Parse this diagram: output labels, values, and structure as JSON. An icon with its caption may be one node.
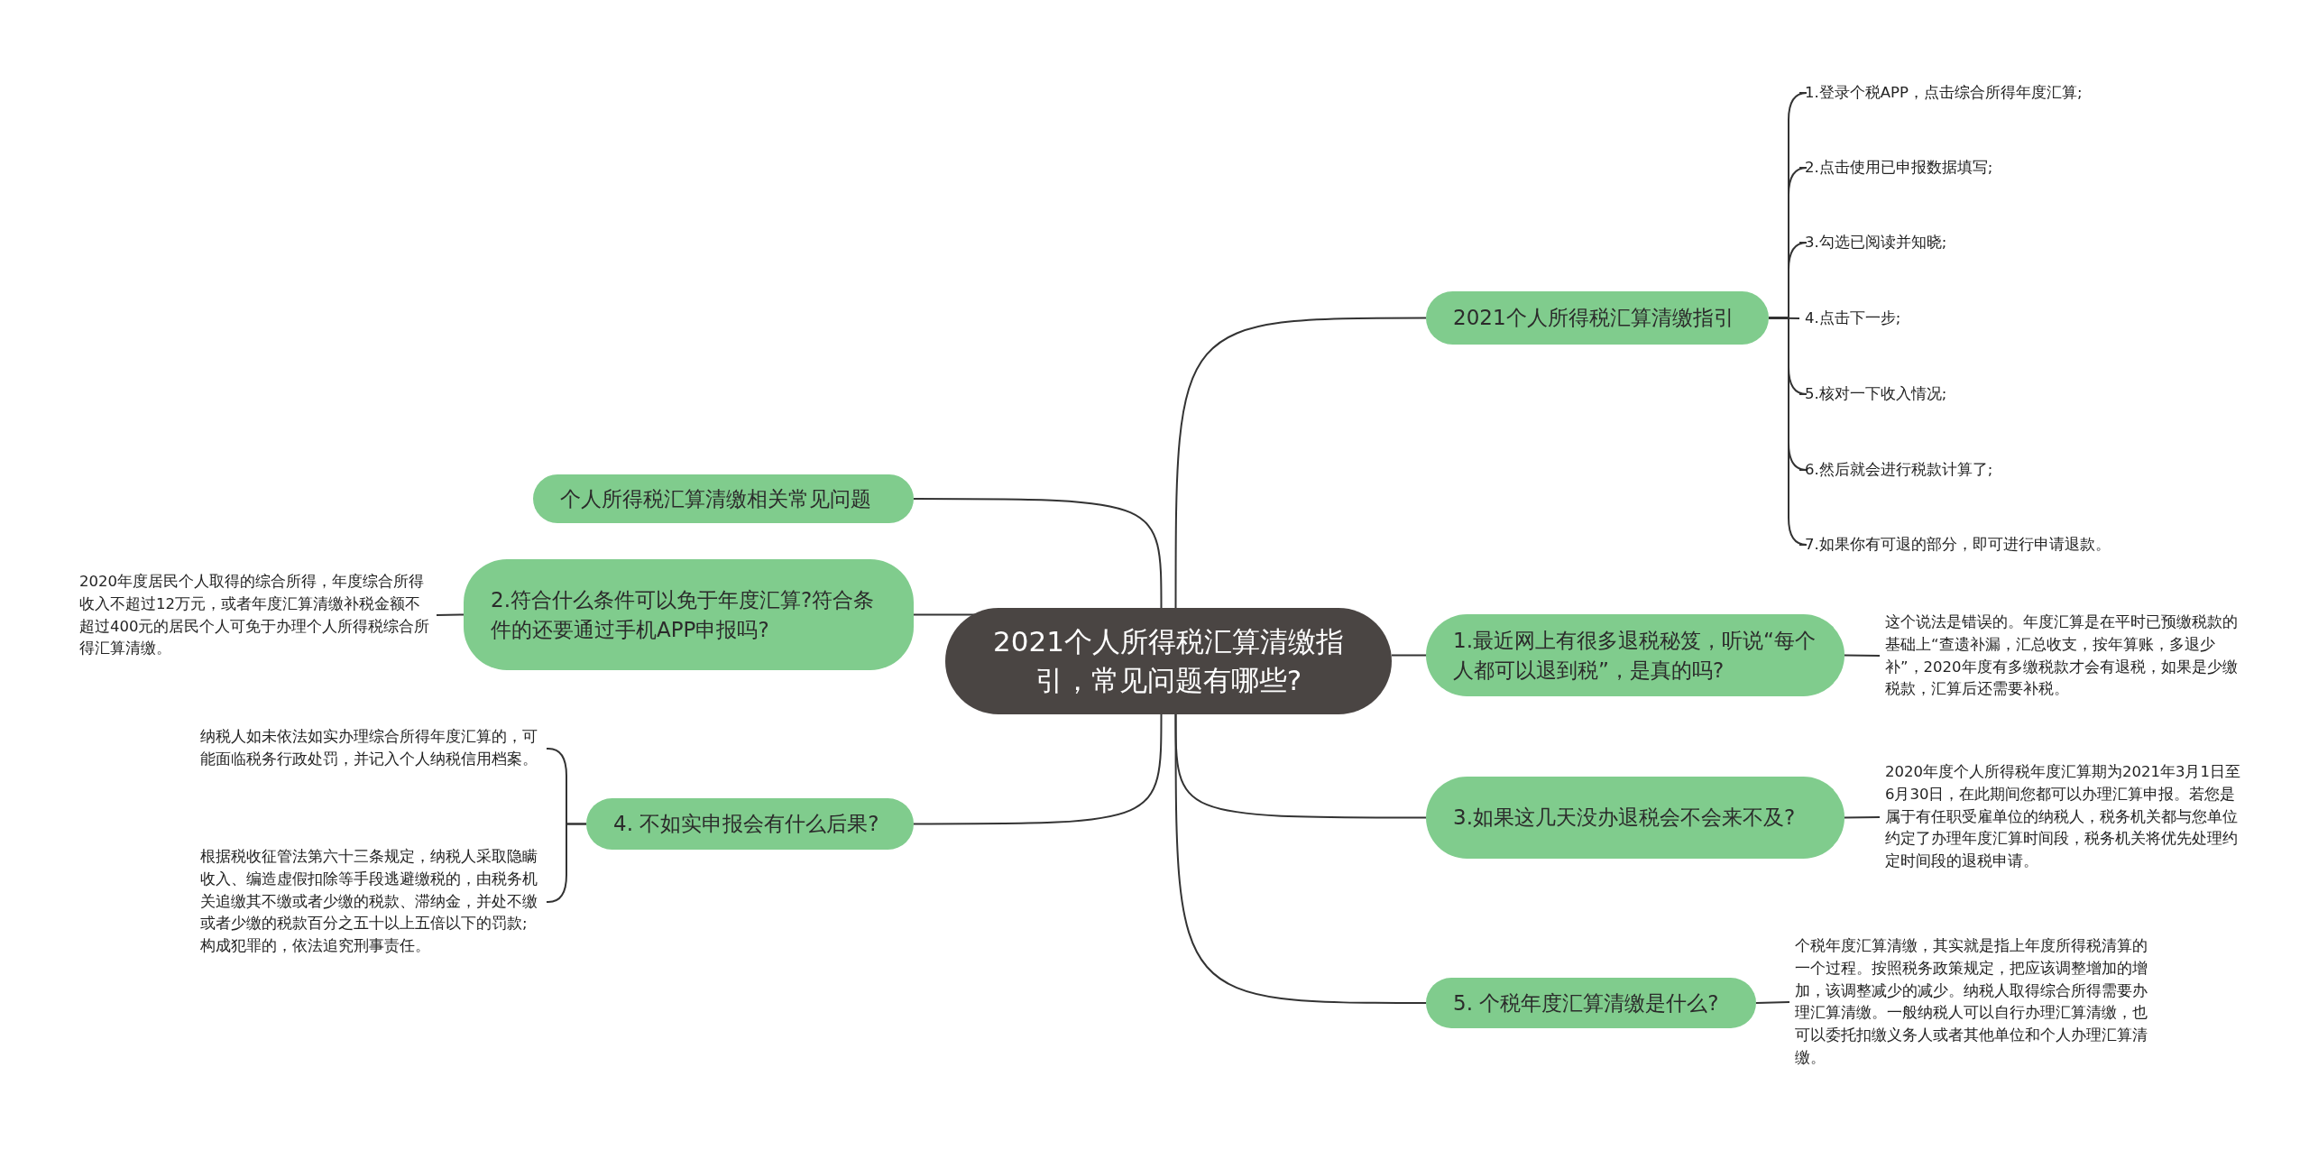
{
  "diagram": {
    "nodes": [
      {
        "text": [
          "2021个人所得税汇算清缴指引，常见问题有哪些?"
        ]
      },
      {
        "text": [
          "2021个人所得税汇算清缴指引"
        ]
      },
      {
        "text": [
          "1.登录个税APP，点击综合所得年度汇算;"
        ]
      },
      {
        "text": [
          "2.点击使用已申报数据填写;"
        ]
      },
      {
        "text": [
          "3.勾选已阅读并知晓;"
        ]
      },
      {
        "text": [
          "4.点击下一步;"
        ]
      },
      {
        "text": [
          "5.核对一下收入情况;"
        ]
      },
      {
        "text": [
          "6.然后就会进行税款计算了;"
        ]
      },
      {
        "text": [
          "7.如果你有可退的部分，即可进行申请退款。"
        ]
      },
      {
        "text": [
          "个人所得税汇算清缴相关常见问题"
        ]
      },
      {
        "text": [
          "2.符合什么条件可以免于年度汇算?符合条件的还要通过手机APP申报吗?"
        ]
      },
      {
        "text": [
          "2020年度居民个人取得的综合所得，年度综合所得收入不超过12万元，或者年度汇算清缴补税金额不超过400元的居民个人可免于办理个人所得税综合所得汇算清缴。"
        ]
      },
      {
        "text": [
          "1.最近网上有很多退税秘笈，听说“每个人都可以退到税”，是真的吗?"
        ]
      },
      {
        "text": [
          "这个说法是错误的。年度汇算是在平时已预缴税款的基础上“查遗补漏，汇总收支，按年算账，多退少补”，2020年度有多缴税款才会有退税，如果是少缴税款，汇算后还需要补税。"
        ]
      },
      {
        "text": [
          "3.如果这几天没办退税会不会来不及?"
        ]
      },
      {
        "text": [
          "2020年度个人所得税年度汇算期为2021年3月1日至6月30日，在此期间您都可以办理汇算申报。若您是属于有任职受雇单位的纳税人，税务机关都与您单位约定了办理年度汇算时间段，税务机关将优先处理约定时间段的退税申请。"
        ]
      },
      {
        "text": [
          "4. 不如实申报会有什么后果?"
        ]
      },
      {
        "text": [
          "纳税人如未依法如实办理综合所得年度汇算的，可能面临税务行政处罚，并记入个人纳税信用档案。"
        ]
      },
      {
        "text": [
          "根据税收征管法第六十三条规定，纳税人采取隐瞒收入、编造虚假扣除等手段逃避缴税的，由税务机关追缴其不缴或者少缴的税款、滞纳金，并处不缴或者少缴的税款百分之五十以上五倍以下的罚款;构成犯罪的，依法追究刑事责任。"
        ]
      },
      {
        "text": [
          "5. 个税年度汇算清缴是什么?"
        ]
      },
      {
        "text": [
          "个税年度汇算清缴，其实就是指上年度所得税清算的一个过程。按照税务政策规定，把应该调整增加的增加，该调整减少的减少。纳税人取得综合所得需要办理汇算清缴。一般纳税人可以自行办理汇算清缴，也可以委托扣缴义务人或者其他单位和个人办理汇算清缴。"
        ]
      }
    ],
    "edges": [
      {
        "from": 0,
        "to": 1,
        "arrow": "none"
      },
      {
        "from": 1,
        "to": 2,
        "arrow": "none"
      },
      {
        "from": 1,
        "to": 3,
        "arrow": "none"
      },
      {
        "from": 1,
        "to": 4,
        "arrow": "none"
      },
      {
        "from": 1,
        "to": 5,
        "arrow": "none"
      },
      {
        "from": 1,
        "to": 6,
        "arrow": "none"
      },
      {
        "from": 1,
        "to": 7,
        "arrow": "none"
      },
      {
        "from": 1,
        "to": 8,
        "arrow": "none"
      },
      {
        "from": 0,
        "to": 9,
        "arrow": "none"
      },
      {
        "from": 0,
        "to": 10,
        "arrow": "none"
      },
      {
        "from": 10,
        "to": 11,
        "arrow": "none"
      },
      {
        "from": 0,
        "to": 12,
        "arrow": "none"
      },
      {
        "from": 12,
        "to": 13,
        "arrow": "none"
      },
      {
        "from": 0,
        "to": 14,
        "arrow": "none"
      },
      {
        "from": 14,
        "to": 15,
        "arrow": "none"
      },
      {
        "from": 0,
        "to": 16,
        "arrow": "none"
      },
      {
        "from": 16,
        "to": 17,
        "arrow": "none"
      },
      {
        "from": 16,
        "to": 18,
        "arrow": "none"
      },
      {
        "from": 0,
        "to": 19,
        "arrow": "none"
      },
      {
        "from": 19,
        "to": 20,
        "arrow": "none"
      }
    ]
  }
}
